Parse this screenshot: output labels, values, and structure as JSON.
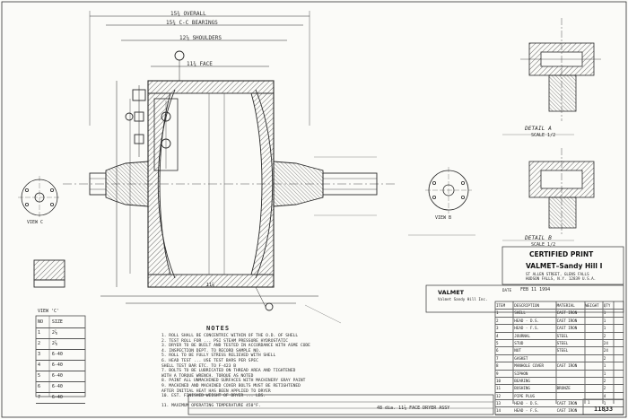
{
  "dims": {
    "overall": "15¾ OVERALL",
    "between_bearings": "15¾ C-C BEARINGS",
    "shoulders": "12⅞ SHOULDERS",
    "face": "11¾ FACE",
    "face_ref": "11⅞"
  },
  "details": {
    "detail_a": "DETAIL A",
    "detail_a_scale": "SCALE 1/2",
    "detail_b": "DETAIL B",
    "detail_b_scale": "SCALE 1/2"
  },
  "views": {
    "end_c": "VIEW C",
    "end_b": "VIEW B"
  },
  "notes": {
    "title": "NOTES",
    "lines": [
      "1. ROLL SHALL BE CONCENTRIC WITHIN OF THE O.D. OF SHELL",
      "2. TEST ROLL FOR ... PSI STEAM PRESSURE HYDROSTATIC",
      "3. DRYER TO BE BUILT AND TESTED IN ACCORDANCE WITH ASME CODE",
      "4. INSPECTION DEPT. TO RECORD SAMPLE NO.",
      "5. ROLL TO BE FULLY STRESS RELIEVED WITH SHELL",
      "6. HEAD TEST ... USE TEST BARS PER SPEC",
      "   SHELL TEST BAR ETC. TO F-423 B",
      "7. BOLTS TO BE LUBRICATED ON THREAD AREA AND TIGHTENED",
      "   WITH A TORQUE WRENCH. TORQUE AS NOTED",
      "8. PAINT ALL UNMACHINED SURFACES WITH MACHINERY GRAY PAINT",
      "9. MACHINED AND MACHINED COVER BOLTS MUST BE RETIGHTENED",
      "   AFTER INITIAL HEAT HAS BEEN APPLIED TO DRYER",
      "10. EST. FINISHED WEIGHT OF DRYER ... LBS.",
      "",
      "11. MAXIMUM OPERATING TEMPERATURE 450°F."
    ]
  },
  "title_block": {
    "certified": "CERTIFIED PRINT",
    "company": "VALMET–Sandy Hill I",
    "logo_text": "VALMET",
    "logo_sub": "Valmet Sandy Hill Inc.",
    "address": "ST ALLEN STREET, GLENS FALLS\nHUDSON FALLS, N.Y. 12839 U.S.A.",
    "date_label": "DATE",
    "date_value": "FEB 11 1994",
    "title": "48 dia. 11⅞ FACE DRYER ASSY",
    "drawing_number": "11833",
    "sheet": "1",
    "rows": [
      [
        "ITEM",
        "DESCRIPTION",
        "MATERIAL",
        "WEIGHT",
        "QTY"
      ],
      [
        "1",
        "SHELL",
        "CAST IRON",
        "",
        "1"
      ],
      [
        "2",
        "HEAD - D.S.",
        "CAST IRON",
        "",
        "1"
      ],
      [
        "3",
        "HEAD - F.S.",
        "CAST IRON",
        "",
        "1"
      ],
      [
        "4",
        "JOURNAL",
        "STEEL",
        "",
        "2"
      ],
      [
        "5",
        "STUD",
        "STEEL",
        "",
        "24"
      ],
      [
        "6",
        "NUT",
        "STEEL",
        "",
        "24"
      ],
      [
        "7",
        "GASKET",
        "",
        "",
        "2"
      ],
      [
        "8",
        "MANHOLE COVER",
        "CAST IRON",
        "",
        "1"
      ],
      [
        "9",
        "SIPHON",
        "",
        "",
        "1"
      ],
      [
        "10",
        "BEARING",
        "",
        "",
        "2"
      ],
      [
        "11",
        "BUSHING",
        "BRONZE",
        "",
        "2"
      ],
      [
        "12",
        "PIPE PLUG",
        "",
        "",
        "4"
      ],
      [
        "13",
        "HEAD - D.S.",
        "CAST IRON",
        "",
        "1"
      ],
      [
        "14",
        "HEAD - F.S.",
        "CAST IRON",
        "",
        "1"
      ]
    ]
  },
  "table_left": {
    "title": "VIEW 'C'",
    "rows": [
      [
        "NO",
        "SIZE"
      ],
      [
        "1",
        "2⅞"
      ],
      [
        "2",
        "2⅞"
      ],
      [
        "3",
        "6-40"
      ],
      [
        "4",
        "6-40"
      ],
      [
        "5",
        "6-40"
      ],
      [
        "6",
        "6-40"
      ],
      [
        "7",
        "6-40"
      ]
    ]
  }
}
